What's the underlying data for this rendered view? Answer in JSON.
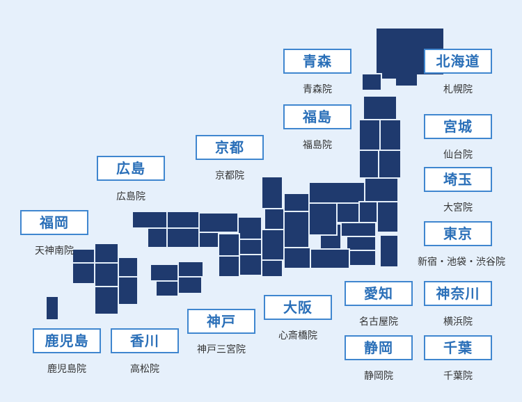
{
  "colors": {
    "background": "#e6f0fb",
    "map": "#1f3a6e",
    "accent": "#3f86cf"
  },
  "regions": [
    {
      "region": "青森",
      "clinic": "青森院"
    },
    {
      "region": "北海道",
      "clinic": "札幌院"
    },
    {
      "region": "福島",
      "clinic": "福島院"
    },
    {
      "region": "宮城",
      "clinic": "仙台院"
    },
    {
      "region": "京都",
      "clinic": "京都院"
    },
    {
      "region": "広島",
      "clinic": "広島院"
    },
    {
      "region": "埼玉",
      "clinic": "大宮院"
    },
    {
      "region": "福岡",
      "clinic": "天神南院"
    },
    {
      "region": "東京",
      "clinic": "新宿・池袋・渋谷院"
    },
    {
      "region": "愛知",
      "clinic": "名古屋院"
    },
    {
      "region": "神奈川",
      "clinic": "横浜院"
    },
    {
      "region": "大阪",
      "clinic": "心斎橋院"
    },
    {
      "region": "神戸",
      "clinic": "神戸三宮院"
    },
    {
      "region": "香川",
      "clinic": "高松院"
    },
    {
      "region": "鹿児島",
      "clinic": "鹿児島院"
    },
    {
      "region": "静岡",
      "clinic": "静岡院"
    },
    {
      "region": "千葉",
      "clinic": "千葉院"
    }
  ]
}
